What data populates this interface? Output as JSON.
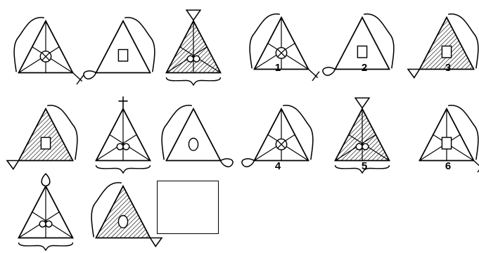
{
  "answer_labels": [
    "1",
    "2",
    "3",
    "4",
    "5",
    "6"
  ],
  "colors": {
    "ink": "#000000",
    "paper": "#ffffff"
  },
  "icons": {
    "matrix": [
      {
        "center": "circle-x",
        "curve": "left",
        "ext": "line"
      },
      {
        "center": "square",
        "curve": "right",
        "ext": "loop"
      },
      {
        "center": "infinity",
        "fill": "hatched",
        "top": "funnel",
        "bottom": "brace"
      },
      {
        "center": "square",
        "fill": "hatched",
        "curve": "right",
        "ext": "funnel"
      },
      {
        "center": "infinity",
        "top": "cross",
        "bottom": "brace"
      },
      {
        "center": "oval",
        "curve": "left",
        "ext": "loop"
      },
      {
        "center": "infinity",
        "top": "drop",
        "bottom": "brace"
      },
      {
        "center": "oval",
        "fill": "hatched",
        "curve": "left",
        "ext": "funnel"
      }
    ],
    "options": [
      {
        "center": "circle-x",
        "curve": "left",
        "ext": "line"
      },
      {
        "center": "square",
        "curve": "right",
        "ext": "loop"
      },
      {
        "center": "square",
        "fill": "hatched",
        "curve": "right",
        "ext": "funnel"
      },
      {
        "center": "circle-x",
        "curve": "right",
        "ext": "loop"
      },
      {
        "center": "infinity",
        "fill": "hatched",
        "top": "funnel",
        "bottom": "brace"
      },
      {
        "center": "square",
        "curve": "right",
        "ext": "line"
      }
    ]
  }
}
